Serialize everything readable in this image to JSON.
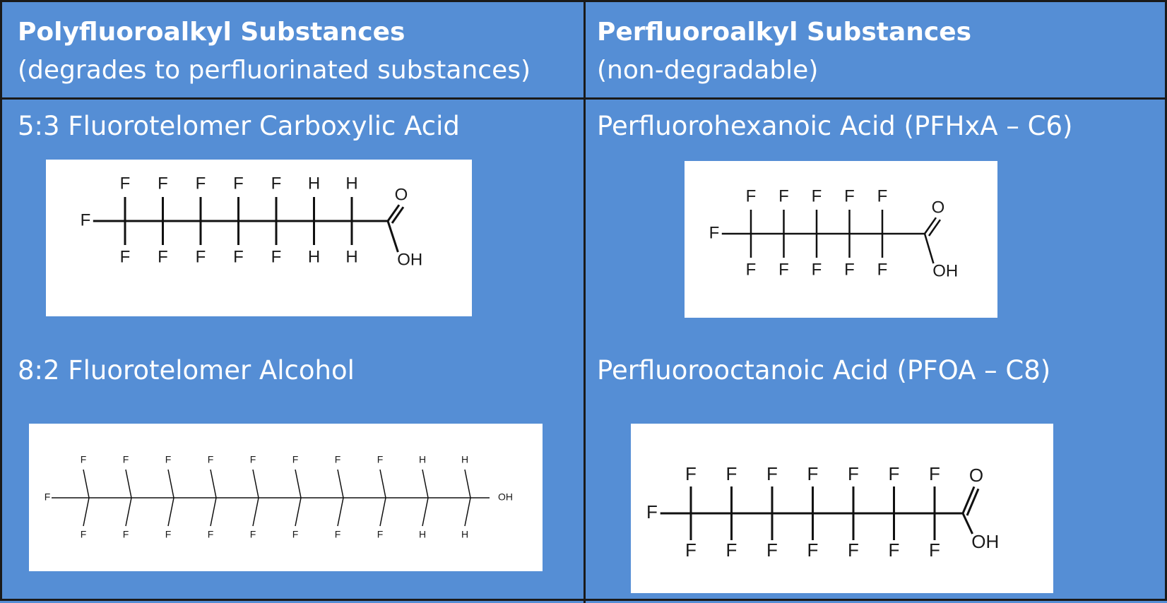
{
  "headers": {
    "left": {
      "title": "Polyfluoroalkyl Substances",
      "subtitle": "(degrades to perfluorinated substances)"
    },
    "right": {
      "title": "Perfluoroalkyl Substances",
      "subtitle": "(non-degradable)"
    }
  },
  "cells": {
    "ftca": {
      "name": "5:3 Fluorotelomer Carboxylic Acid",
      "top": [
        "F",
        "F",
        "F",
        "F",
        "F",
        "H",
        "H"
      ],
      "bottom": [
        "F",
        "F",
        "F",
        "F",
        "F",
        "H",
        "H"
      ],
      "terminal": "F",
      "carbonyl_o": "O",
      "hydroxyl": "OH"
    },
    "pfhxa": {
      "name": "Perfluorohexanoic Acid (PFHxA – C6)",
      "top": [
        "F",
        "F",
        "F",
        "F",
        "F"
      ],
      "bottom": [
        "F",
        "F",
        "F",
        "F",
        "F"
      ],
      "terminal": "F",
      "carbonyl_o": "O",
      "hydroxyl": "OH"
    },
    "ftoh": {
      "name": "8:2 Fluorotelomer Alcohol",
      "top": [
        "F",
        "F",
        "F",
        "F",
        "F",
        "F",
        "F",
        "F",
        "H",
        "H"
      ],
      "bottom": [
        "F",
        "F",
        "F",
        "F",
        "F",
        "F",
        "F",
        "F",
        "H",
        "H"
      ],
      "terminal": "F",
      "hydroxyl": "OH"
    },
    "pfoa": {
      "name": "Perfluorooctanoic Acid (PFOA – C8)",
      "top": [
        "F",
        "F",
        "F",
        "F",
        "F",
        "F",
        "F"
      ],
      "bottom": [
        "F",
        "F",
        "F",
        "F",
        "F",
        "F",
        "F"
      ],
      "terminal": "F",
      "carbonyl_o": "O",
      "hydroxyl": "OH"
    }
  }
}
